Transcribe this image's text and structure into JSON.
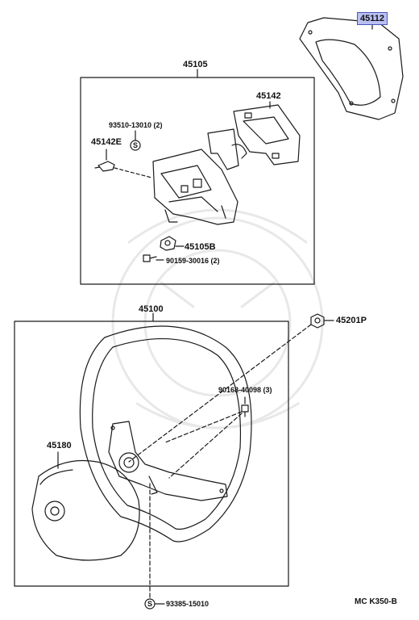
{
  "labels": {
    "p45112": "45112",
    "p45105": "45105",
    "p45142": "45142",
    "p93510": "93510-13010 (2)",
    "p45142e": "45142E",
    "p45105b": "45105B",
    "p90159": "90159-30016 (2)",
    "p45100": "45100",
    "p45201p": "45201P",
    "p90168": "90168-40098 (3)",
    "p45180": "45180",
    "p93385": "93385-15010",
    "ref": "MC  K350-B"
  },
  "highlight_color": "#b9c0f2",
  "icons": [
    "screw-s-icon",
    "nut-icon",
    "bolt-icon",
    "clip-icon"
  ]
}
